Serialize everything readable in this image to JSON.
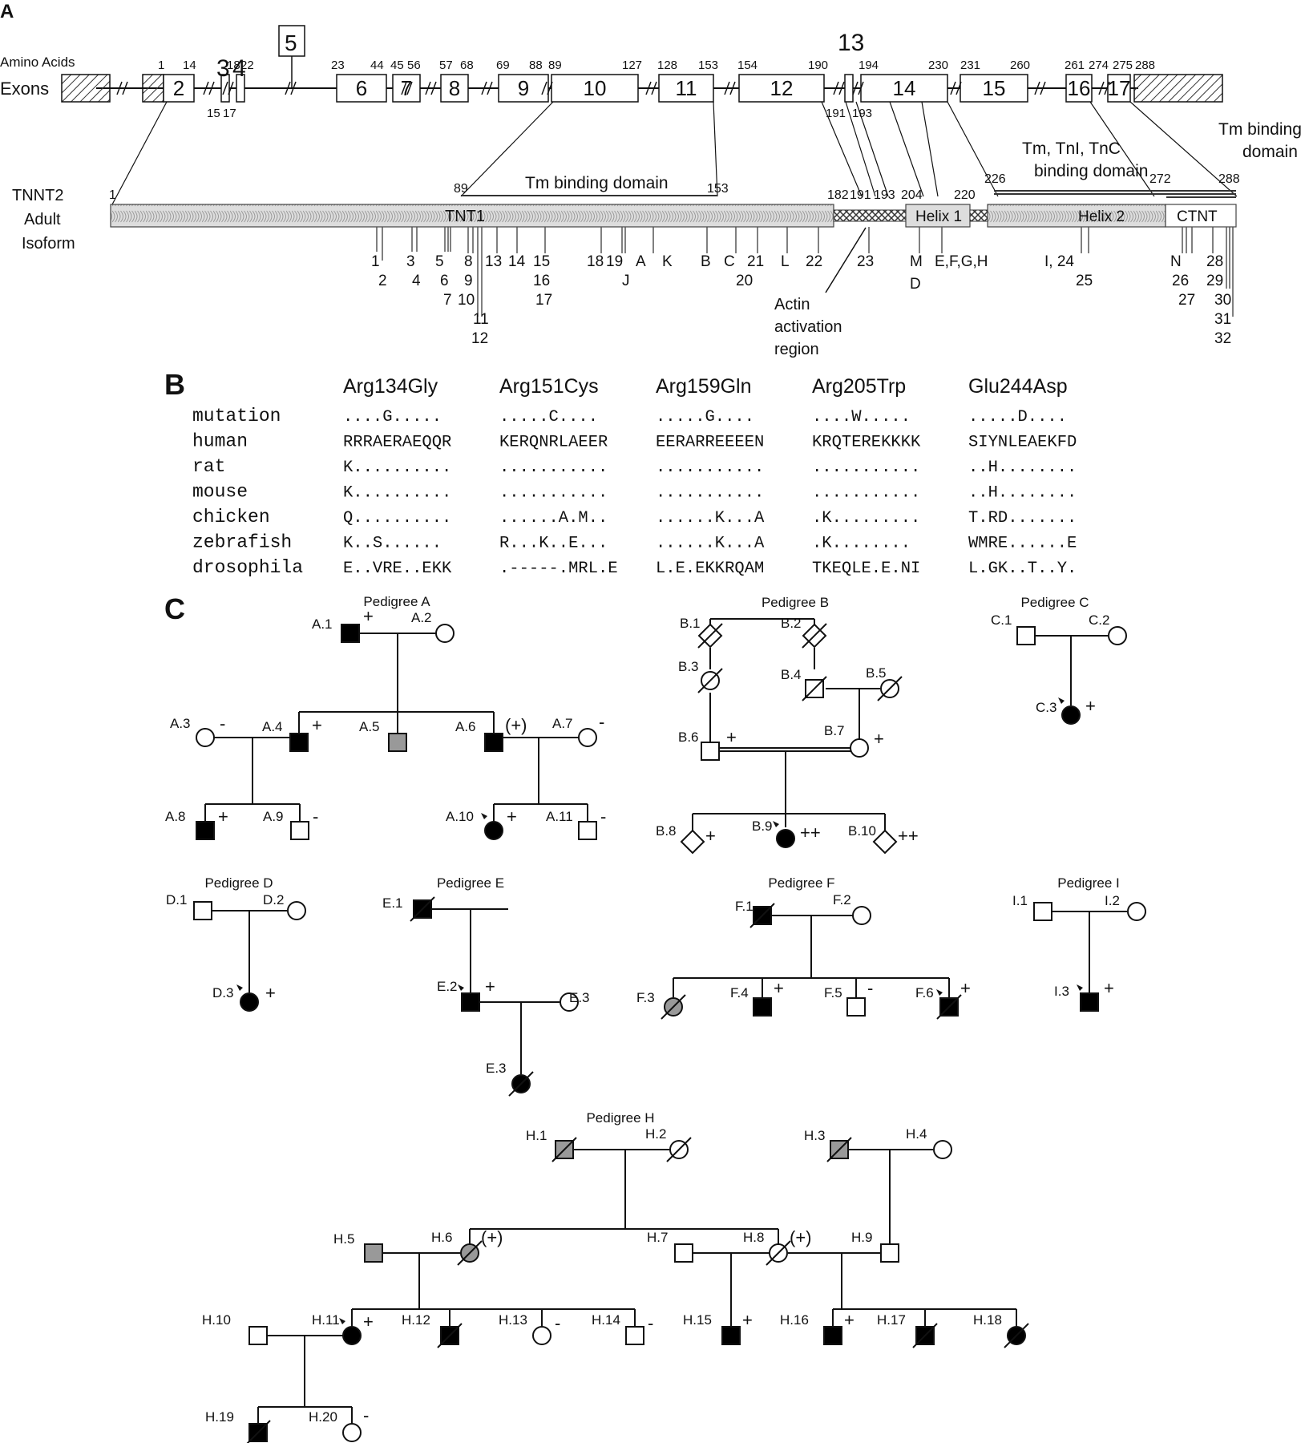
{
  "panels": {
    "a": "A",
    "b": "B",
    "c": "C"
  },
  "panelA": {
    "amino_acids_label": "Amino Acids",
    "exons_label": "Exons",
    "exons": [
      {
        "n": "2",
        "aa": [
          "1",
          "14"
        ]
      },
      {
        "n": "3",
        "aa": [
          "15"
        ]
      },
      {
        "n": "4",
        "aa": [
          "18",
          "22",
          "17"
        ]
      },
      {
        "n": "5",
        "aa": []
      },
      {
        "n": "6",
        "aa": [
          "23",
          "44"
        ]
      },
      {
        "n": "7",
        "aa": [
          "45",
          "56"
        ]
      },
      {
        "n": "8",
        "aa": [
          "57",
          "68"
        ]
      },
      {
        "n": "9",
        "aa": [
          "69",
          "88"
        ]
      },
      {
        "n": "10",
        "aa": [
          "89",
          "127"
        ]
      },
      {
        "n": "11",
        "aa": [
          "128",
          "153"
        ]
      },
      {
        "n": "12",
        "aa": [
          "154",
          "190"
        ]
      },
      {
        "n": "13",
        "aa": [
          "191",
          "193"
        ]
      },
      {
        "n": "14",
        "aa": [
          "194",
          "230"
        ]
      },
      {
        "n": "15",
        "aa": [
          "231",
          "260"
        ]
      },
      {
        "n": "16",
        "aa": [
          "261",
          "274"
        ]
      },
      {
        "n": "17",
        "aa": [
          "275",
          "288"
        ]
      }
    ],
    "isoform_label": [
      "TNNT2",
      "Adult",
      "Isoform"
    ],
    "domains": {
      "tnt1": "TNT1",
      "helix1": "Helix 1",
      "helix2": "Helix 2",
      "ctnt": "CTNT"
    },
    "tm_binding_label": "Tm binding domain",
    "tm_tni_tnc_label": [
      "Tm, TnI, TnC",
      "binding domain"
    ],
    "tm_binding_c_label": [
      "Tm binding",
      "domain"
    ],
    "positions": [
      "1",
      "89",
      "153",
      "182",
      "191",
      "193",
      "204",
      "220",
      "226",
      "272",
      "288"
    ],
    "actin_label": [
      "Actin",
      "activation",
      "region"
    ],
    "mutation_labels": [
      "1",
      "2",
      "3",
      "4",
      "5",
      "6",
      "7",
      "8",
      "9",
      "10",
      "11",
      "12",
      "13",
      "14",
      "15",
      "16",
      "17",
      "18",
      "19",
      "A",
      "J",
      "K",
      "B",
      "C",
      "20",
      "21",
      "L",
      "22",
      "23",
      "M",
      "D",
      "E,F,G,H",
      "I, 24",
      "25",
      "N",
      "26",
      "27",
      "28",
      "29",
      "30",
      "31",
      "32"
    ]
  },
  "panelB": {
    "mutations": [
      "Arg134Gly",
      "Arg151Cys",
      "Arg159Gln",
      "Arg205Trp",
      "Glu244Asp"
    ],
    "rows": [
      {
        "species": "mutation",
        "seqs": [
          "....G.....",
          ".....C....",
          ".....G....",
          "....W.....",
          ".....D...."
        ]
      },
      {
        "species": "human",
        "seqs": [
          "RRRAERAEQQR",
          "KERQNRLAEER",
          "EERARREEEEN",
          "KRQTEREKKKK",
          "SIYNLEAEKFD"
        ]
      },
      {
        "species": "rat",
        "seqs": [
          "K..........",
          "...........",
          "...........",
          "...........",
          "..H........"
        ]
      },
      {
        "species": "mouse",
        "seqs": [
          "K..........",
          "...........",
          "...........",
          "...........",
          "..H........"
        ]
      },
      {
        "species": "chicken",
        "seqs": [
          "Q..........",
          "......A.M..",
          "......K...A",
          ".K.........",
          "T.RD......."
        ]
      },
      {
        "species": "zebrafish",
        "seqs": [
          "K..S......",
          "R...K..E...",
          "......K...A",
          ".K........",
          "WMRE......E"
        ]
      },
      {
        "species": "drosophila",
        "seqs": [
          "E..VRE..EKK",
          ".-----.MRL.E",
          "L.E.EKKRQAM",
          "TKEQLE.E.NI",
          "L.GK..T..Y."
        ]
      }
    ]
  },
  "panelC": {
    "titles": {
      "A": "Pedigree A",
      "B": "Pedigree B",
      "C": "Pedigree C",
      "D": "Pedigree D",
      "E": "Pedigree E",
      "F": "Pedigree F",
      "I": "Pedigree I",
      "H": "Pedigree H"
    },
    "individuals": [
      "A.1",
      "A.2",
      "A.3",
      "A.4",
      "A.5",
      "A.6",
      "A.7",
      "A.8",
      "A.9",
      "A.10",
      "A.11",
      "B.1",
      "B.2",
      "B.3",
      "B.4",
      "B.5",
      "B.6",
      "B.7",
      "B.8",
      "B.9",
      "B.10",
      "C.1",
      "C.2",
      "C.3",
      "D.1",
      "D.2",
      "D.3",
      "E.1",
      "E.2",
      "E.3",
      "F.1",
      "F.2",
      "F.3",
      "F.4",
      "F.5",
      "F.6",
      "I.1",
      "I.2",
      "I.3",
      "H.1",
      "H.2",
      "H.3",
      "H.4",
      "H.5",
      "H.6",
      "H.7",
      "H.8",
      "H.9",
      "H.10",
      "H.11",
      "H.12",
      "H.13",
      "H.14",
      "H.15",
      "H.16",
      "H.17",
      "H.18",
      "H.19",
      "H.20"
    ],
    "genotypes": {
      "pos": "+",
      "neg": "-",
      "homo": "++",
      "paren": "(+)"
    }
  }
}
